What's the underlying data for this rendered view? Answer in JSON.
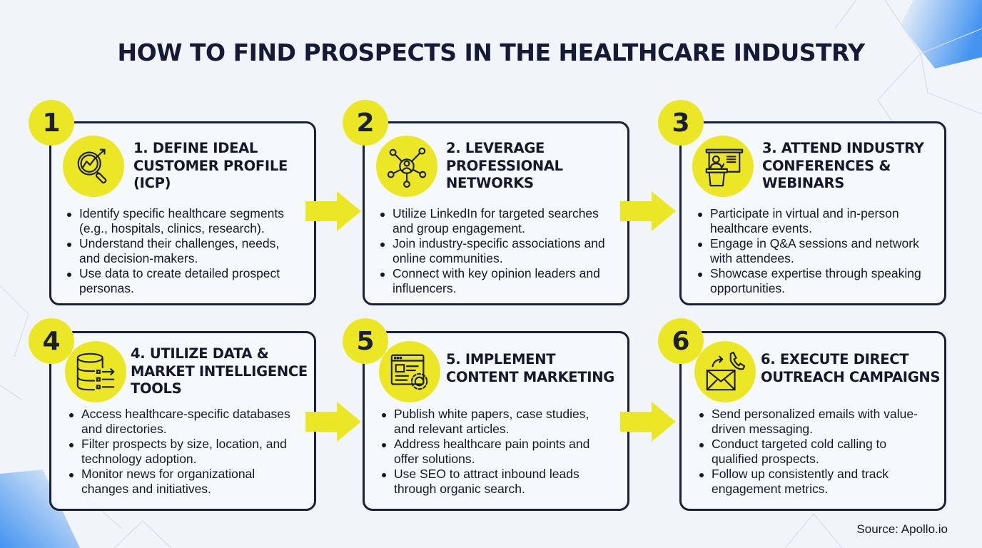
{
  "title": "HOW TO FIND PROSPECTS IN THE HEALTHCARE INDUSTRY",
  "colors": {
    "accent_yellow": "#ece726",
    "border_navy": "#1b2138",
    "text_dark": "#14182a",
    "background": "#f1f5f9",
    "corner_blue": "#3b8ef0"
  },
  "steps": [
    {
      "number": "1",
      "title_lines": [
        "1. DEFINE IDEAL",
        "CUSTOMER PROFILE",
        "(ICP)"
      ],
      "icon": "magnifier-chart-icon",
      "bullets": [
        [
          "Identify specific healthcare segments",
          "(e.g., hospitals, clinics, research)."
        ],
        [
          "Understand their challenges, needs,",
          "and decision-makers."
        ],
        [
          "Use data to create detailed prospect",
          "personas."
        ]
      ]
    },
    {
      "number": "2",
      "title_lines": [
        "2. LEVERAGE",
        "PROFESSIONAL",
        "NETWORKS"
      ],
      "icon": "network-people-icon",
      "bullets": [
        [
          "Utilize LinkedIn for targeted searches",
          "and group engagement."
        ],
        [
          "Join industry-specific associations and",
          "online communities."
        ],
        [
          "Connect with key opinion leaders and",
          "influencers."
        ]
      ]
    },
    {
      "number": "3",
      "title_lines": [
        "3. ATTEND INDUSTRY",
        "CONFERENCES &",
        "WEBINARS"
      ],
      "icon": "presenter-podium-icon",
      "bullets": [
        [
          "Participate in virtual and in-person",
          "healthcare events."
        ],
        [
          "Engage in Q&A sessions and network",
          "with attendees."
        ],
        [
          "Showcase expertise through speaking",
          "opportunities."
        ]
      ]
    },
    {
      "number": "4",
      "title_lines": [
        "4. UTILIZE DATA &",
        "MARKET INTELLIGENCE",
        "TOOLS"
      ],
      "icon": "database-list-icon",
      "bullets": [
        [
          "Access healthcare-specific databases",
          "and directories."
        ],
        [
          "Filter prospects by size, location, and",
          "technology adoption."
        ],
        [
          "Monitor news for organizational",
          "changes and initiatives."
        ]
      ]
    },
    {
      "number": "5",
      "title_lines": [
        "5. IMPLEMENT",
        "CONTENT MARKETING"
      ],
      "icon": "webpage-gear-icon",
      "bullets": [
        [
          "Publish white papers, case studies,",
          "and relevant articles."
        ],
        [
          "Address healthcare pain points and",
          "offer solutions."
        ],
        [
          "Use SEO to attract inbound leads",
          "through organic search."
        ]
      ]
    },
    {
      "number": "6",
      "title_lines": [
        "6. EXECUTE DIRECT",
        "OUTREACH CAMPAIGNS"
      ],
      "icon": "email-phone-icon",
      "bullets": [
        [
          "Send personalized emails with value-",
          "driven messaging."
        ],
        [
          "Conduct targeted cold calling to",
          "qualified prospects."
        ],
        [
          "Follow up consistently and track",
          "engagement metrics."
        ]
      ]
    }
  ],
  "source": "Source: Apollo.io"
}
